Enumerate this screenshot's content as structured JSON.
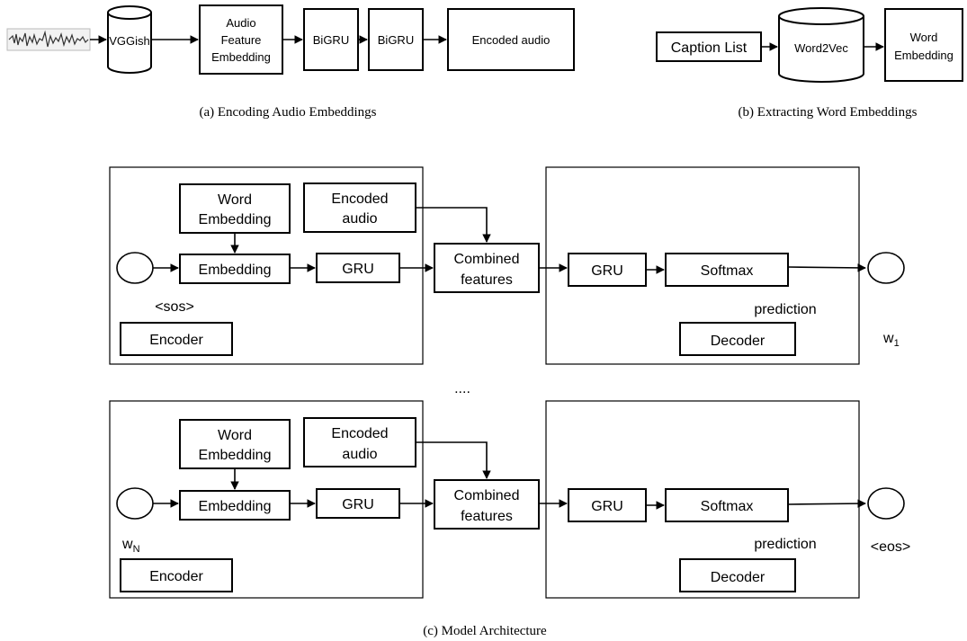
{
  "panel_a": {
    "caption": "(a) Encoding Audio Embeddings",
    "nodes": {
      "vggish": "VGGish",
      "afe_line1": "Audio",
      "afe_line2": "Feature",
      "afe_line3": "Embedding",
      "bigru1": "BiGRU",
      "bigru2": "BiGRU",
      "encoded": "Encoded audio"
    }
  },
  "panel_b": {
    "caption": "(b) Extracting Word Embeddings",
    "nodes": {
      "caption_list": "Caption List",
      "word2vec": "Word2Vec",
      "we_line1": "Word",
      "we_line2": "Embedding"
    }
  },
  "panel_c": {
    "caption": "(c) Model Architecture",
    "ellipsis": "....",
    "top": {
      "word_emb_line1": "Word",
      "word_emb_line2": "Embedding",
      "enc_audio_line1": "Encoded",
      "enc_audio_line2": "audio",
      "embedding": "Embedding",
      "gru_enc": "GRU",
      "combined_line1": "Combined",
      "combined_line2": "features",
      "gru_dec": "GRU",
      "softmax": "Softmax",
      "input_token": "<sos>",
      "encoder": "Encoder",
      "prediction": "prediction",
      "decoder": "Decoder",
      "output_token": "w",
      "output_sub": "1"
    },
    "bottom": {
      "word_emb_line1": "Word",
      "word_emb_line2": "Embedding",
      "enc_audio_line1": "Encoded",
      "enc_audio_line2": "audio",
      "embedding": "Embedding",
      "gru_enc": "GRU",
      "combined_line1": "Combined",
      "combined_line2": "features",
      "gru_dec": "GRU",
      "softmax": "Softmax",
      "input_token": "w",
      "input_sub": "N",
      "encoder": "Encoder",
      "prediction": "prediction",
      "decoder": "Decoder",
      "output_token": "<eos>"
    }
  }
}
